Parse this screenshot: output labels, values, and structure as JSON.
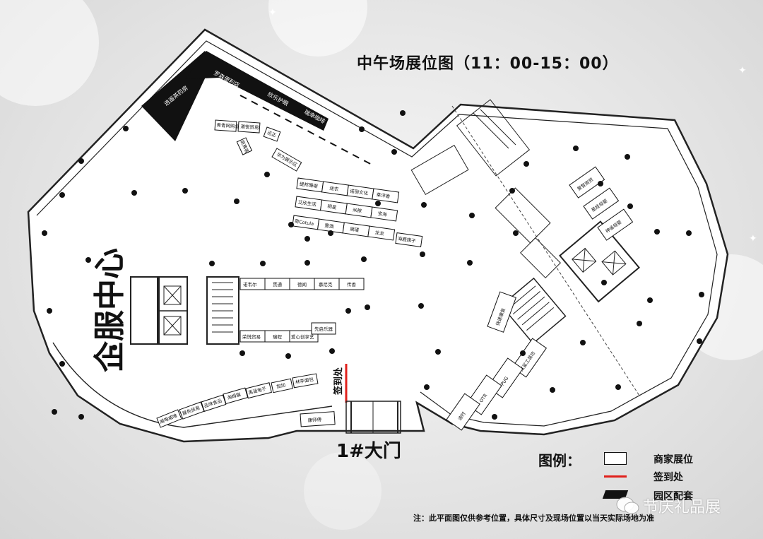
{
  "title": "中午场展位图（11：00-15：00）",
  "zones": {
    "corporate_center": "企服中心",
    "gate": "1#大门",
    "signin": "签到处"
  },
  "supporting_facilities": [
    "逍遥茶药房",
    "罗森便利店",
    "欣乐护眼",
    "瑞幸咖啡"
  ],
  "booths": {
    "top_small": [
      "青青网购业",
      "道锐贸易",
      "迅正",
      "斑弗客",
      "华为展示区"
    ],
    "row1": [
      "缇邦珊瑚",
      "途农",
      "诺丽文化",
      "莱洋香"
    ],
    "row2": [
      "艾欣生活",
      "明星",
      "米稼",
      "宝海"
    ],
    "row3": [
      "荷Cotula",
      "壹酒",
      "黛瑾",
      "龙龙",
      "海鹿旗子"
    ],
    "mid_top": [
      "诺韦尔",
      "贯通",
      "德闻",
      "慕尼克",
      "传香"
    ],
    "mid_bottom": [
      "荣悦贸易",
      "瑞程",
      "爱心创享艺"
    ],
    "mid_side": "先启乐器",
    "bottom_arc": [
      "威唯威唯",
      "展色贸易",
      "品味食品",
      "淘姆猫",
      "禹涵电子",
      "加加",
      "林李面包"
    ],
    "kang": "康师傅",
    "right_top": [
      "复智商贸",
      "星娃母婴",
      "神谧母婴"
    ],
    "right_mid": "快速康复",
    "right_lower": [
      "红鲨工装坊",
      "PUG",
      "OTR",
      "迪时"
    ]
  },
  "legend": {
    "title": "图例：",
    "items": [
      "商家展位",
      "签到处",
      "园区配套"
    ]
  },
  "note": "注：此平面图仅供参考位置，具体尺寸及现场位置以当天实际场地为准",
  "watermark": "节庆礼品展",
  "colors": {
    "signin": "#e0201b",
    "facility": "#1a1a1a"
  }
}
